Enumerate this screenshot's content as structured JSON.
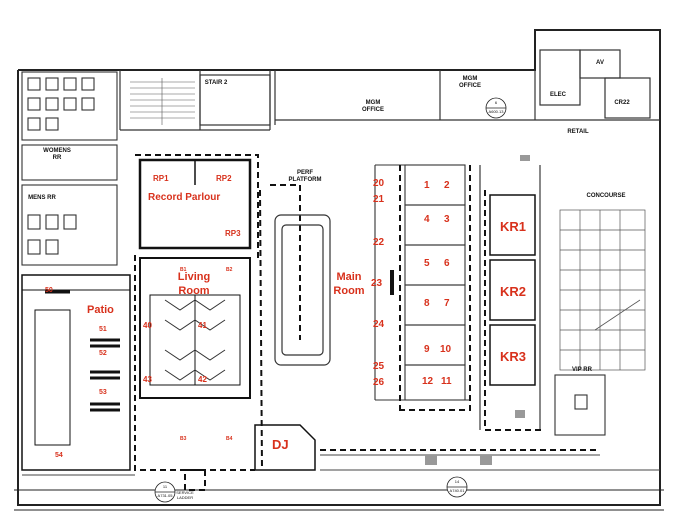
{
  "rooms_red": {
    "record_parlour": "Record Parlour",
    "rp1": "RP1",
    "rp2": "RP2",
    "rp3": "RP3",
    "living_line1": "Living",
    "living_line2": "Room",
    "main_line1": "Main",
    "main_line2": "Room",
    "patio": "Patio",
    "dj": "DJ",
    "kr1": "KR1",
    "kr2": "KR2",
    "kr3": "KR3"
  },
  "tables": {
    "n1": "1",
    "n2": "2",
    "n3": "3",
    "n4": "4",
    "n5": "5",
    "n6": "6",
    "n7": "7",
    "n8": "8",
    "n9": "9",
    "n10": "10",
    "n11": "11",
    "n12": "12",
    "n20": "20",
    "n21": "21",
    "n22": "22",
    "n23": "23",
    "n24": "24",
    "n25": "25",
    "n26": "26",
    "n40": "40",
    "n41": "41",
    "n42": "42",
    "n43": "43",
    "n50": "50",
    "n51": "51",
    "n52": "52",
    "n53": "53",
    "n54": "54",
    "b1": "B1",
    "b2": "B2",
    "b3": "B3",
    "b4": "B4"
  },
  "rooms_black": {
    "stair2": "STAIR 2",
    "mgm_office_a_line1": "MGM",
    "mgm_office_a_line2": "OFFICE",
    "mgm_office_b_line1": "MGM",
    "mgm_office_b_line2": "OFFICE",
    "elec": "ELEC",
    "av": "AV",
    "cr22": "CR22",
    "retail": "RETAIL",
    "concourse": "CONCOURSE",
    "womens_rr_line1": "WOMENS",
    "womens_rr_line2": "RR",
    "mens_rr": "MENS RR",
    "perf_platform_line1": "PERF",
    "perf_platform_line2": "PLATFORM",
    "vip_rr": "VIP RR",
    "service_ladder_line1": "SERVICE",
    "service_ladder_line2": "LADDER"
  },
  "section_tags": {
    "t11_a": "11",
    "t11_b": "A731.05",
    "t14_a": "14",
    "t14_b": "A740.01",
    "t6_a": "6",
    "t6_b": "A600.13"
  }
}
